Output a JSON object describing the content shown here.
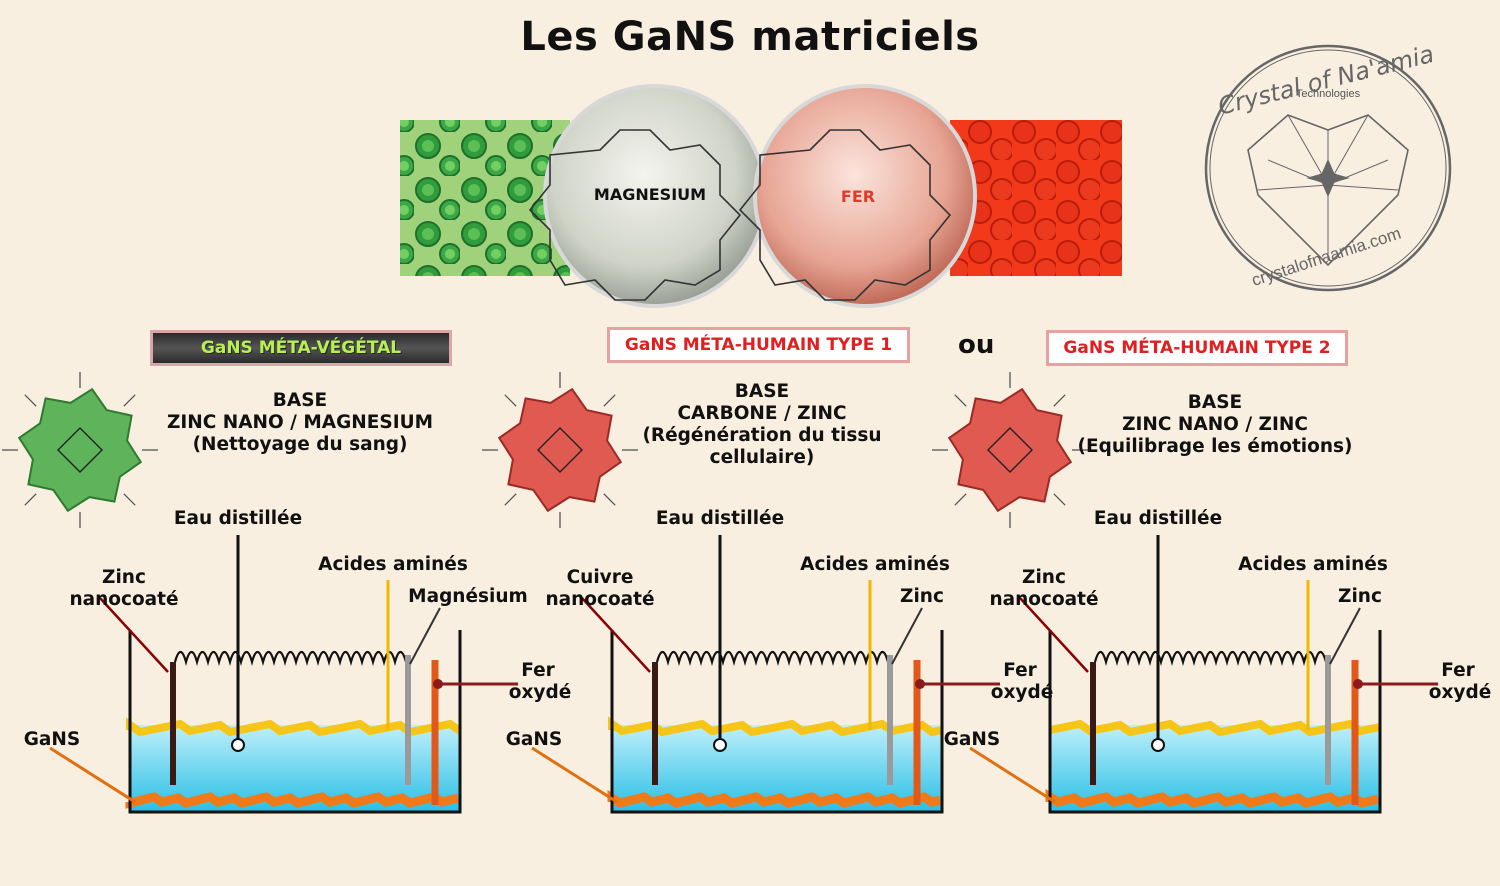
{
  "title": "Les GaNS matriciels",
  "molecules": {
    "left_label": "MAGNESIUM",
    "right_label": "FER"
  },
  "logo": {
    "brand": "Crystal of Na'amia",
    "sub": "Technologies",
    "url": "crystalofnaamia.com"
  },
  "ou": "ou",
  "panels": [
    {
      "banner": "GaNS MÉTA-VÉGÉTAL",
      "base_lines": [
        "BASE",
        "ZINC NANO / MAGNESIUM",
        "(Nettoyage du sang)"
      ],
      "eau": "Eau distillée",
      "acides": "Acides aminés",
      "metal_label": "Magnésium",
      "coat_label": [
        "Zinc",
        "nanocoaté"
      ],
      "fer": [
        "Fer",
        "oxydé"
      ],
      "gans": "GaNS",
      "colors": {
        "molecule": "#5fb35a",
        "molecule_dark": "#2e7a30",
        "banner_bg": "#3a3a3a",
        "banner_text": "#b8f050"
      }
    },
    {
      "banner": "GaNS MÉTA-HUMAIN TYPE 1",
      "base_lines": [
        "BASE",
        "CARBONE / ZINC",
        "(Régénération du tissu",
        "cellulaire)"
      ],
      "eau": "Eau distillée",
      "acides": "Acides aminés",
      "metal_label": "Zinc",
      "coat_label": [
        "Cuivre",
        "nanocoaté"
      ],
      "fer": [
        "Fer",
        "oxydé"
      ],
      "gans": "GaNS",
      "colors": {
        "molecule": "#e05a52",
        "molecule_dark": "#9b2a25",
        "banner_bg": "#ffffff",
        "banner_text": "#e02020"
      }
    },
    {
      "banner": "GaNS MÉTA-HUMAIN TYPE 2",
      "base_lines": [
        "BASE",
        "ZINC NANO / ZINC",
        "(Equilibrage les émotions)"
      ],
      "eau": "Eau distillée",
      "acides": "Acides aminés",
      "metal_label": "Zinc",
      "coat_label": [
        "Zinc",
        "nanocoaté"
      ],
      "fer": [
        "Fer",
        "oxydé"
      ],
      "gans": "GaNS",
      "colors": {
        "molecule": "#e05a52",
        "molecule_dark": "#9b2a25",
        "banner_bg": "#ffffff",
        "banner_text": "#e02020"
      }
    }
  ]
}
